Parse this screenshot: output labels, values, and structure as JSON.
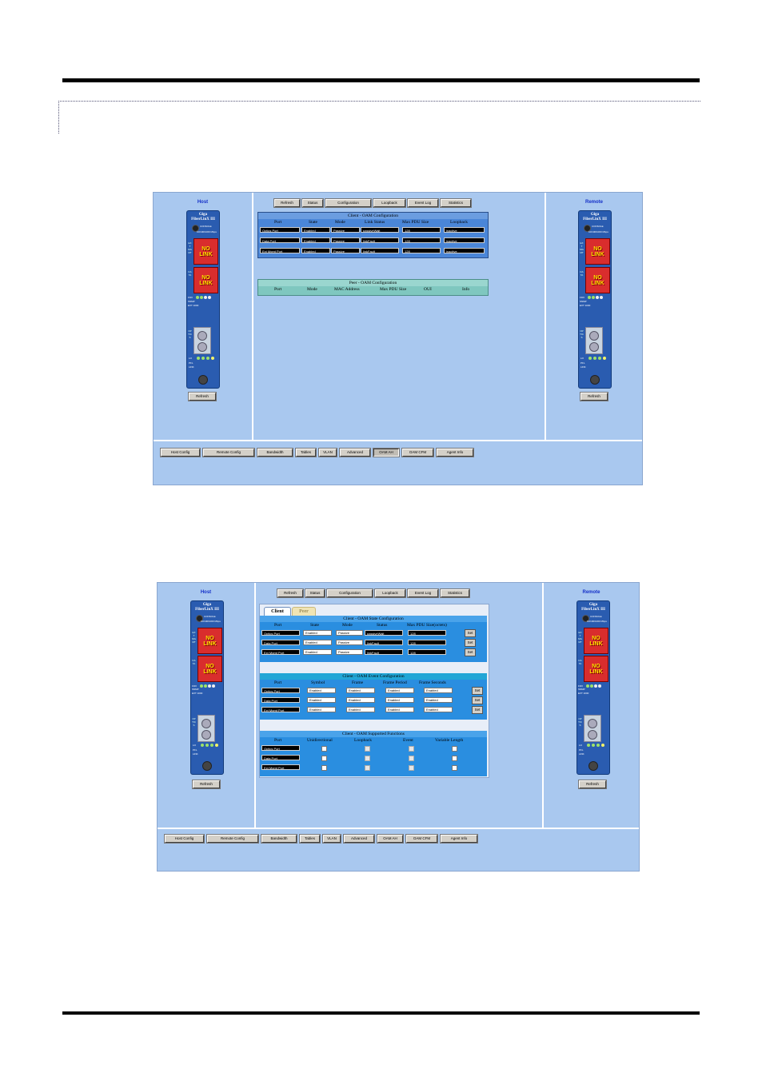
{
  "shot1": {
    "host_title": "Host",
    "remote_title": "Remote",
    "device": {
      "name1": "Giga",
      "name2": "FiberLinX III",
      "console": "CONSOLE",
      "speed": "10/100/1000 Mbps",
      "no_link": "NO LINK",
      "fdx": "FDX",
      "snmp": "SNMP",
      "ext": "EXT 1000",
      "lo": "LO",
      "pfl": "PFL",
      "link": "LINK"
    },
    "refresh": "Refresh",
    "top_buttons": [
      "Refresh",
      "Status",
      "Configuration",
      "Loopback",
      "Event Log",
      "Statistics"
    ],
    "client_title": "Client - OAM Configuration",
    "client_cols": [
      "Port",
      "State",
      "Mode",
      "Link Status",
      "Max PDU Size",
      "Loopback"
    ],
    "client_rows": [
      [
        "Optics Port",
        "Enabled",
        "Passive",
        "passiveWait",
        "128",
        "inactive"
      ],
      [
        "Data Port",
        "Enabled",
        "Passive",
        "linkFault",
        "128",
        "inactive"
      ],
      [
        "Ext Mgmt Port",
        "Enabled",
        "Passive",
        "linkFault",
        "128",
        "inactive"
      ]
    ],
    "peer_title": "Peer - OAM Configuration",
    "peer_cols": [
      "Port",
      "Mode",
      "MAC Address",
      "Max PDU Size",
      "OUI",
      "Info"
    ],
    "bottom_buttons": [
      "Host Config",
      "Remote Config",
      "Bandwidth",
      "Tables",
      "VLAN",
      "Advanced",
      "OAM AH",
      "OAM CFM",
      "Agent Info"
    ]
  },
  "shot2": {
    "host_title": "Host",
    "remote_title": "Remote",
    "refresh": "Refresh",
    "top_buttons": [
      "Refresh",
      "Status",
      "Configuration",
      "Loopback",
      "Event Log",
      "Statistics"
    ],
    "tabs": [
      "Client",
      "Peer"
    ],
    "state_title": "Client - OAM State Configuration",
    "state_cols": [
      "Port",
      "State",
      "Mode",
      "Status",
      "Max PDU Size(octets)"
    ],
    "state_rows": [
      [
        "Optics Port",
        "Enabled",
        "Passive",
        "passiveWait",
        "128"
      ],
      [
        "Data Port",
        "Enabled",
        "Passive",
        "linkFault",
        "128"
      ],
      [
        "Ext Mgmt Port",
        "Enabled",
        "Passive",
        "linkFault",
        "128"
      ]
    ],
    "set": "Set",
    "event_title": "Client - OAM Event Configuration",
    "event_cols": [
      "Port",
      "Symbol",
      "Frame",
      "Frame Period",
      "Frame Seconds"
    ],
    "event_rows": [
      [
        "Optics Port",
        "Enabled",
        "Enabled",
        "Enabled",
        "Enabled"
      ],
      [
        "Data Port",
        "Enabled",
        "Enabled",
        "Enabled",
        "Enabled"
      ],
      [
        "Ext Mgmt Port",
        "Enabled",
        "Enabled",
        "Enabled",
        "Enabled"
      ]
    ],
    "func_title": "Client - OAM Supported Functions",
    "func_cols": [
      "Port",
      "Unidirectional",
      "Loopback",
      "Event",
      "Variable Length"
    ],
    "func_rows": [
      {
        "port": "Optics Port",
        "checks": [
          false,
          true,
          true,
          false
        ]
      },
      {
        "port": "Data Port",
        "checks": [
          false,
          true,
          true,
          false
        ]
      },
      {
        "port": "Ext Mgmt Port",
        "checks": [
          false,
          true,
          true,
          false
        ]
      }
    ],
    "bottom_buttons": [
      "Host Config",
      "Remote Config",
      "Bandwidth",
      "Tables",
      "VLAN",
      "Advanced",
      "OAM AH",
      "OAM CFM",
      "Agent Info"
    ]
  },
  "colors": {
    "panel": "#a9c8ef",
    "table_blue": "#4a86d8",
    "peer_teal": "#7fc7bf",
    "cyan_hdr": "#22a6d6",
    "title_blue": "#1430c8"
  }
}
